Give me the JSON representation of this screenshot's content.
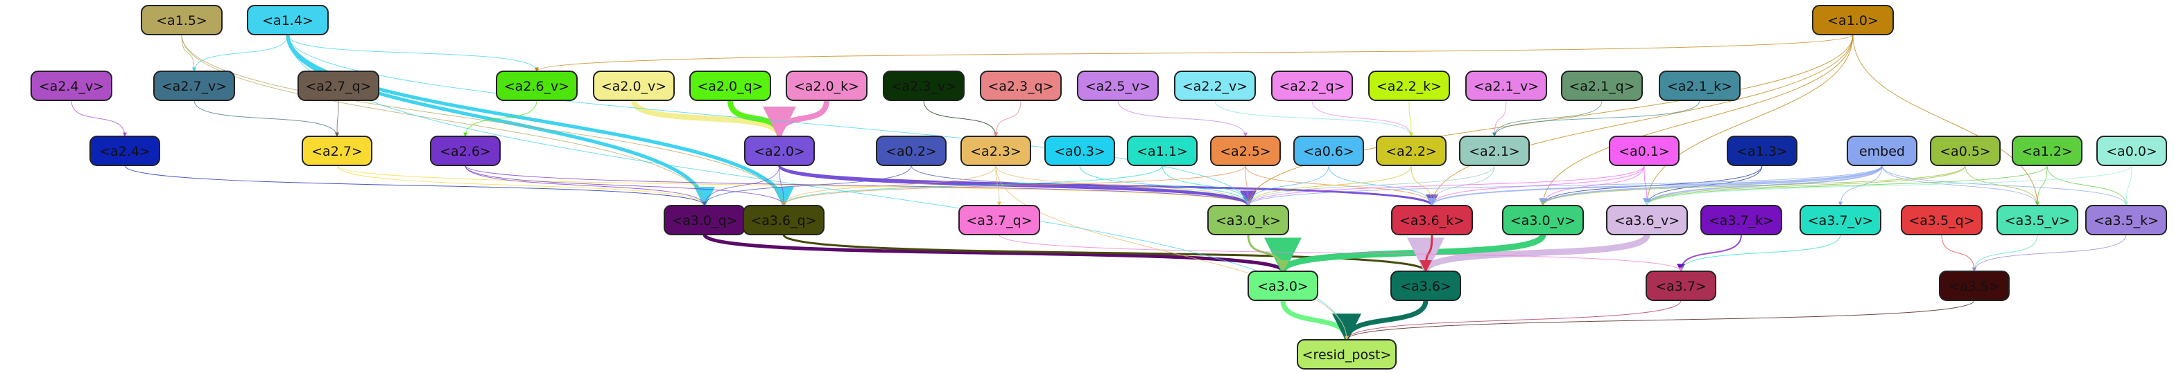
{
  "graph": {
    "nodes": [
      {
        "id": "a1.5",
        "label": "<a1.5>",
        "fill": "#b5a65e"
      },
      {
        "id": "a1.4",
        "label": "<a1.4>",
        "fill": "#3fd3ef"
      },
      {
        "id": "a1.0",
        "label": "<a1.0>",
        "fill": "#be820b"
      },
      {
        "id": "a2.4_v",
        "label": "<a2.4_v>",
        "fill": "#ac4ec4"
      },
      {
        "id": "a2.7_v",
        "label": "<a2.7_v>",
        "fill": "#3e7189"
      },
      {
        "id": "a2.7_q",
        "label": "<a2.7_q>",
        "fill": "#6d5b4d"
      },
      {
        "id": "a2.6_v",
        "label": "<a2.6_v>",
        "fill": "#4ce40b"
      },
      {
        "id": "a2.0_v",
        "label": "<a2.0_v>",
        "fill": "#f3ee90"
      },
      {
        "id": "a2.0_q",
        "label": "<a2.0_q>",
        "fill": "#58f20f"
      },
      {
        "id": "a2.0_k",
        "label": "<a2.0_k>",
        "fill": "#ef89c9"
      },
      {
        "id": "a2.3_v",
        "label": "<a2.3_v>",
        "fill": "#0b3106"
      },
      {
        "id": "a2.3_q",
        "label": "<a2.3_q>",
        "fill": "#e88485"
      },
      {
        "id": "a2.5_v",
        "label": "<a2.5_v>",
        "fill": "#c482e9"
      },
      {
        "id": "a2.2_v",
        "label": "<a2.2_v>",
        "fill": "#84e7f6"
      },
      {
        "id": "a2.2_q",
        "label": "<a2.2_q>",
        "fill": "#ef87ec"
      },
      {
        "id": "a2.2_k",
        "label": "<a2.2_k>",
        "fill": "#bcf50b"
      },
      {
        "id": "a2.1_v",
        "label": "<a2.1_v>",
        "fill": "#e781e8"
      },
      {
        "id": "a2.1_q",
        "label": "<a2.1_q>",
        "fill": "#65966f"
      },
      {
        "id": "a2.1_k",
        "label": "<a2.1_k>",
        "fill": "#438a9c"
      },
      {
        "id": "a2.4",
        "label": "<a2.4>",
        "fill": "#0c22b5"
      },
      {
        "id": "a2.7",
        "label": "<a2.7>",
        "fill": "#f9da30"
      },
      {
        "id": "a2.6",
        "label": "<a2.6>",
        "fill": "#7334c9"
      },
      {
        "id": "a2.0",
        "label": "<a2.0>",
        "fill": "#7751d8"
      },
      {
        "id": "a0.2",
        "label": "<a0.2>",
        "fill": "#4656b8"
      },
      {
        "id": "a2.3",
        "label": "<a2.3>",
        "fill": "#e8bb62"
      },
      {
        "id": "a0.3",
        "label": "<a0.3>",
        "fill": "#1fd0f0"
      },
      {
        "id": "a1.1",
        "label": "<a1.1>",
        "fill": "#21e0c6"
      },
      {
        "id": "a2.5",
        "label": "<a2.5>",
        "fill": "#ec8b47"
      },
      {
        "id": "a0.6",
        "label": "<a0.6>",
        "fill": "#4cbaf3"
      },
      {
        "id": "a2.2",
        "label": "<a2.2>",
        "fill": "#cdc622"
      },
      {
        "id": "a2.1",
        "label": "<a2.1>",
        "fill": "#97cbbd"
      },
      {
        "id": "a0.1",
        "label": "<a0.1>",
        "fill": "#f45ff4"
      },
      {
        "id": "a1.3",
        "label": "<a1.3>",
        "fill": "#102ba1"
      },
      {
        "id": "embed",
        "label": "embed",
        "fill": "#89a5ee"
      },
      {
        "id": "a0.5",
        "label": "<a0.5>",
        "fill": "#96bf3d"
      },
      {
        "id": "a1.2",
        "label": "<a1.2>",
        "fill": "#5ece3f"
      },
      {
        "id": "a0.0",
        "label": "<a0.0>",
        "fill": "#9aeed9"
      },
      {
        "id": "a3.0_q",
        "label": "<a3.0_q>",
        "fill": "#5b0a6a"
      },
      {
        "id": "a3.6_q",
        "label": "<a3.6_q>",
        "fill": "#464a0a"
      },
      {
        "id": "a3.7_q",
        "label": "<a3.7_q>",
        "fill": "#f677d6"
      },
      {
        "id": "a3.0_k",
        "label": "<a3.0_k>",
        "fill": "#8ec75e"
      },
      {
        "id": "a3.6_k",
        "label": "<a3.6_k>",
        "fill": "#d6314b"
      },
      {
        "id": "a3.0_v",
        "label": "<a3.0_v>",
        "fill": "#3ad17a"
      },
      {
        "id": "a3.6_v",
        "label": "<a3.6_v>",
        "fill": "#d5bae4"
      },
      {
        "id": "a3.7_k",
        "label": "<a3.7_k>",
        "fill": "#7511bf"
      },
      {
        "id": "a3.7_v",
        "label": "<a3.7_v>",
        "fill": "#22dec2"
      },
      {
        "id": "a3.5_q",
        "label": "<a3.5_q>",
        "fill": "#e43c3f"
      },
      {
        "id": "a3.5_v",
        "label": "<a3.5_v>",
        "fill": "#4de2b2"
      },
      {
        "id": "a3.5_k",
        "label": "<a3.5_k>",
        "fill": "#9b80db"
      },
      {
        "id": "a3.0",
        "label": "<a3.0>",
        "fill": "#6cf785"
      },
      {
        "id": "a3.6",
        "label": "<a3.6>",
        "fill": "#0c725c"
      },
      {
        "id": "a3.7",
        "label": "<a3.7>",
        "fill": "#ab2e53"
      },
      {
        "id": "a3.5",
        "label": "<a3.5>",
        "fill": "#3e0a0a"
      },
      {
        "id": "resid_post",
        "label": "<resid_post>",
        "fill": "#b5ea67"
      }
    ],
    "edges": [
      {
        "from": "a2.0_v",
        "to": "a2.0",
        "color": "#f3ee90",
        "width": 8
      },
      {
        "from": "a2.0_q",
        "to": "a2.0",
        "color": "#58f20f",
        "width": 8
      },
      {
        "from": "a2.0_k",
        "to": "a2.0",
        "color": "#ef89c9",
        "width": 8
      },
      {
        "from": "a1.4",
        "to": "a3.0_q",
        "color": "#3fd3ef",
        "width": 5
      },
      {
        "from": "a1.4",
        "to": "a3.6_q",
        "color": "#3fd3ef",
        "width": 5
      },
      {
        "from": "a2.0",
        "to": "a3.0_k",
        "color": "#7751d8",
        "width": 4
      },
      {
        "from": "a2.0",
        "to": "a3.6_k",
        "color": "#7751d8",
        "width": 3
      },
      {
        "from": "a3.0_q",
        "to": "a3.0",
        "color": "#5b0a6a",
        "width": 5
      },
      {
        "from": "a3.6_q",
        "to": "a3.6",
        "color": "#464a0a",
        "width": 3
      },
      {
        "from": "a3.0_v",
        "to": "a3.0",
        "color": "#3ad17a",
        "width": 9
      },
      {
        "from": "a3.6_v",
        "to": "a3.6",
        "color": "#d5bae4",
        "width": 9
      },
      {
        "from": "a3.0",
        "to": "resid_post",
        "color": "#6cf785",
        "width": 7
      },
      {
        "from": "a3.6",
        "to": "resid_post",
        "color": "#0c725c",
        "width": 7
      },
      {
        "from": "a3.0_k",
        "to": "a3.0",
        "color": "#8ec75e",
        "width": 3
      },
      {
        "from": "a3.6_k",
        "to": "a3.6",
        "color": "#d6314b",
        "width": 3
      },
      {
        "from": "a3.7_k",
        "to": "a3.7",
        "color": "#7511bf",
        "width": 2
      },
      {
        "from": "a3.7_v",
        "to": "a3.7",
        "color": "#22dec2",
        "width": 1
      },
      {
        "from": "a3.7_q",
        "to": "a3.7",
        "color": "#f677d6",
        "width": 1
      },
      {
        "from": "a3.7",
        "to": "resid_post",
        "color": "#ab2e53",
        "width": 1
      },
      {
        "from": "a3.5_q",
        "to": "a3.5",
        "color": "#e43c3f",
        "width": 1
      },
      {
        "from": "a3.5_v",
        "to": "a3.5",
        "color": "#4de2b2",
        "width": 1
      },
      {
        "from": "a3.5_k",
        "to": "a3.5",
        "color": "#9b80db",
        "width": 1
      },
      {
        "from": "a3.5",
        "to": "resid_post",
        "color": "#3e0a0a",
        "width": 1
      },
      {
        "from": "a1.5",
        "to": "a2.7_v",
        "color": "#b5a65e",
        "width": 1
      },
      {
        "from": "a1.5",
        "to": "a3.0_q",
        "color": "#b5a65e",
        "width": 1
      },
      {
        "from": "a1.5",
        "to": "a3.6_q",
        "color": "#b5a65e",
        "width": 1
      },
      {
        "from": "a1.4",
        "to": "a2.7_v",
        "color": "#3fd3ef",
        "width": 1
      },
      {
        "from": "a1.4",
        "to": "a2.6_v",
        "color": "#3fd3ef",
        "width": 1
      },
      {
        "from": "a1.4",
        "to": "resid_post",
        "color": "#3fd3ef",
        "width": 1
      },
      {
        "from": "a1.4",
        "to": "a3.0_k",
        "color": "#3fd3ef",
        "width": 1
      },
      {
        "from": "a1.0",
        "to": "a2.6_v",
        "color": "#be820b",
        "width": 1
      },
      {
        "from": "a1.0",
        "to": "a3.0_k",
        "color": "#be820b",
        "width": 1
      },
      {
        "from": "a1.0",
        "to": "a3.0_v",
        "color": "#be820b",
        "width": 1
      },
      {
        "from": "a1.0",
        "to": "a3.6_v",
        "color": "#be820b",
        "width": 1
      },
      {
        "from": "a1.0",
        "to": "a3.5_v",
        "color": "#be820b",
        "width": 1
      },
      {
        "from": "a1.0",
        "to": "a3.6_k",
        "color": "#be820b",
        "width": 1
      },
      {
        "from": "a2.4_v",
        "to": "a2.4",
        "color": "#ac4ec4",
        "width": 1
      },
      {
        "from": "a2.7_v",
        "to": "a2.7",
        "color": "#3e7189",
        "width": 1
      },
      {
        "from": "a2.7_q",
        "to": "a2.7",
        "color": "#6d5b4d",
        "width": 1
      },
      {
        "from": "a2.6_v",
        "to": "a2.6",
        "color": "#4ce40b",
        "width": 1
      },
      {
        "from": "a2.3_v",
        "to": "a2.3",
        "color": "#0b3106",
        "width": 1
      },
      {
        "from": "a2.3_q",
        "to": "a2.3",
        "color": "#e88485",
        "width": 1
      },
      {
        "from": "a2.5_v",
        "to": "a2.5",
        "color": "#c482e9",
        "width": 1
      },
      {
        "from": "a2.2_v",
        "to": "a2.2",
        "color": "#84e7f6",
        "width": 1
      },
      {
        "from": "a2.2_q",
        "to": "a2.2",
        "color": "#ef87ec",
        "width": 1
      },
      {
        "from": "a2.2_k",
        "to": "a2.2",
        "color": "#bcf50b",
        "width": 1
      },
      {
        "from": "a2.1_v",
        "to": "a2.1",
        "color": "#e781e8",
        "width": 1
      },
      {
        "from": "a2.1_q",
        "to": "a2.1",
        "color": "#65966f",
        "width": 1
      },
      {
        "from": "a2.1_k",
        "to": "a2.1",
        "color": "#438a9c",
        "width": 1
      },
      {
        "from": "a2.4",
        "to": "a3.0_q",
        "color": "#0c22b5",
        "width": 1
      },
      {
        "from": "a2.7",
        "to": "a3.0_q",
        "color": "#f9da30",
        "width": 1
      },
      {
        "from": "a2.7",
        "to": "a3.0_k",
        "color": "#f9da30",
        "width": 1
      },
      {
        "from": "a2.6",
        "to": "a3.0_q",
        "color": "#7334c9",
        "width": 1
      },
      {
        "from": "a2.6",
        "to": "a3.6_q",
        "color": "#7334c9",
        "width": 1
      },
      {
        "from": "a2.6",
        "to": "a3.0_k",
        "color": "#7334c9",
        "width": 1
      },
      {
        "from": "a2.0",
        "to": "a3.0_q",
        "color": "#7751d8",
        "width": 1
      },
      {
        "from": "a2.0",
        "to": "a3.6_q",
        "color": "#7751d8",
        "width": 1
      },
      {
        "from": "a0.2",
        "to": "a3.0_q",
        "color": "#4656b8",
        "width": 1
      },
      {
        "from": "a0.2",
        "to": "a3.0_k",
        "color": "#4656b8",
        "width": 1
      },
      {
        "from": "a2.3",
        "to": "a3.6_q",
        "color": "#e8bb62",
        "width": 1
      },
      {
        "from": "a2.3",
        "to": "a3.7_q",
        "color": "#e8bb62",
        "width": 1
      },
      {
        "from": "a2.3",
        "to": "a3.0_k",
        "color": "#e8bb62",
        "width": 1
      },
      {
        "from": "a2.3",
        "to": "resid_post",
        "color": "#e8bb62",
        "width": 1
      },
      {
        "from": "a0.3",
        "to": "a3.0_k",
        "color": "#1fd0f0",
        "width": 1
      },
      {
        "from": "a1.1",
        "to": "a3.0_k",
        "color": "#21e0c6",
        "width": 1
      },
      {
        "from": "a1.1",
        "to": "a3.6_q",
        "color": "#21e0c6",
        "width": 1
      },
      {
        "from": "a2.5",
        "to": "a3.0_k",
        "color": "#ec8b47",
        "width": 1
      },
      {
        "from": "a2.5",
        "to": "a3.6_k",
        "color": "#ec8b47",
        "width": 1
      },
      {
        "from": "a2.5",
        "to": "a3.6_q",
        "color": "#ec8b47",
        "width": 1
      },
      {
        "from": "a0.6",
        "to": "a3.0_k",
        "color": "#4cbaf3",
        "width": 1
      },
      {
        "from": "a0.6",
        "to": "a3.6_k",
        "color": "#4cbaf3",
        "width": 1
      },
      {
        "from": "a2.2",
        "to": "a3.0_k",
        "color": "#cdc622",
        "width": 1
      },
      {
        "from": "a2.2",
        "to": "a3.6_k",
        "color": "#cdc622",
        "width": 1
      },
      {
        "from": "a2.1",
        "to": "a3.0_k",
        "color": "#97cbbd",
        "width": 1
      },
      {
        "from": "a2.1",
        "to": "a3.6_k",
        "color": "#97cbbd",
        "width": 1
      },
      {
        "from": "a0.1",
        "to": "a3.6_k",
        "color": "#f45ff4",
        "width": 1
      },
      {
        "from": "a0.1",
        "to": "a3.0_v",
        "color": "#f45ff4",
        "width": 1
      },
      {
        "from": "a0.1",
        "to": "a3.6_v",
        "color": "#f45ff4",
        "width": 1
      },
      {
        "from": "a0.1",
        "to": "a3.0_k",
        "color": "#f45ff4",
        "width": 1
      },
      {
        "from": "a1.3",
        "to": "a3.6_v",
        "color": "#102ba1",
        "width": 1
      },
      {
        "from": "a1.3",
        "to": "a3.0_v",
        "color": "#102ba1",
        "width": 1
      },
      {
        "from": "embed",
        "to": "a3.0_v",
        "color": "#89a5ee",
        "width": 2
      },
      {
        "from": "embed",
        "to": "a3.6_v",
        "color": "#89a5ee",
        "width": 2
      },
      {
        "from": "embed",
        "to": "a3.6_k",
        "color": "#89a5ee",
        "width": 2
      },
      {
        "from": "embed",
        "to": "a3.7_v",
        "color": "#89a5ee",
        "width": 1
      },
      {
        "from": "embed",
        "to": "a3.5_v",
        "color": "#89a5ee",
        "width": 1
      },
      {
        "from": "embed",
        "to": "a3.5_k",
        "color": "#89a5ee",
        "width": 1
      },
      {
        "from": "embed",
        "to": "a3.0_k",
        "color": "#89a5ee",
        "width": 1
      },
      {
        "from": "a0.5",
        "to": "a3.0_v",
        "color": "#96bf3d",
        "width": 1
      },
      {
        "from": "a0.5",
        "to": "a3.6_v",
        "color": "#96bf3d",
        "width": 1
      },
      {
        "from": "a0.5",
        "to": "a3.5_v",
        "color": "#96bf3d",
        "width": 1
      },
      {
        "from": "a1.2",
        "to": "a3.5_v",
        "color": "#5ece3f",
        "width": 1
      },
      {
        "from": "a1.2",
        "to": "a3.6_v",
        "color": "#5ece3f",
        "width": 1
      },
      {
        "from": "a1.2",
        "to": "a3.5_k",
        "color": "#5ece3f",
        "width": 1
      },
      {
        "from": "a0.0",
        "to": "a3.5_k",
        "color": "#9aeed9",
        "width": 1
      },
      {
        "from": "a0.0",
        "to": "a3.6_v",
        "color": "#9aeed9",
        "width": 1
      }
    ]
  }
}
